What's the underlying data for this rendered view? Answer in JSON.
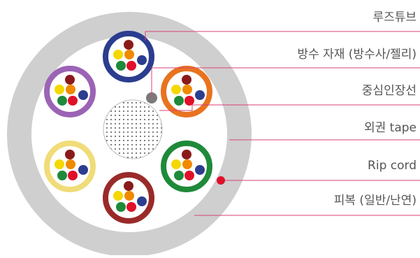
{
  "labels": {
    "loose_tube": "루즈튜브",
    "waterproof_material": "방수 자재 (방수사/젤리)",
    "central_strength_member": "중심인장선",
    "outer_tape": "외권 tape",
    "rip_cord": "Rip cord",
    "sheath": "피복 (일반/난연)"
  },
  "colors": {
    "leader_line": "#d9407a",
    "sheath_gray": "#cfcfcf",
    "jacket_inner": "#ffffff",
    "tube_blue": "#2b3d8f",
    "tube_orange": "#e8731f",
    "tube_green": "#1f8a3a",
    "tube_brown": "#9a2a2a",
    "tube_yellow": "#f0dc78",
    "tube_purple": "#9b63b5",
    "central_member": "#7a7a7a",
    "rip_cord": "#e0102a",
    "label_text": "#555555"
  },
  "fiber_colors": [
    "#8a1a1a",
    "#f5d800",
    "#f08a00",
    "#1f8a3a",
    "#e0102a",
    "#2b3d8f"
  ],
  "tubes": [
    {
      "name": "tube-blue",
      "color": "#2b3d8f"
    },
    {
      "name": "tube-orange",
      "color": "#e8731f"
    },
    {
      "name": "tube-green",
      "color": "#1f8a3a"
    },
    {
      "name": "tube-brown",
      "color": "#9a2a2a"
    },
    {
      "name": "tube-yellow",
      "color": "#f0dc78"
    },
    {
      "name": "tube-purple",
      "color": "#9b63b5"
    }
  ]
}
